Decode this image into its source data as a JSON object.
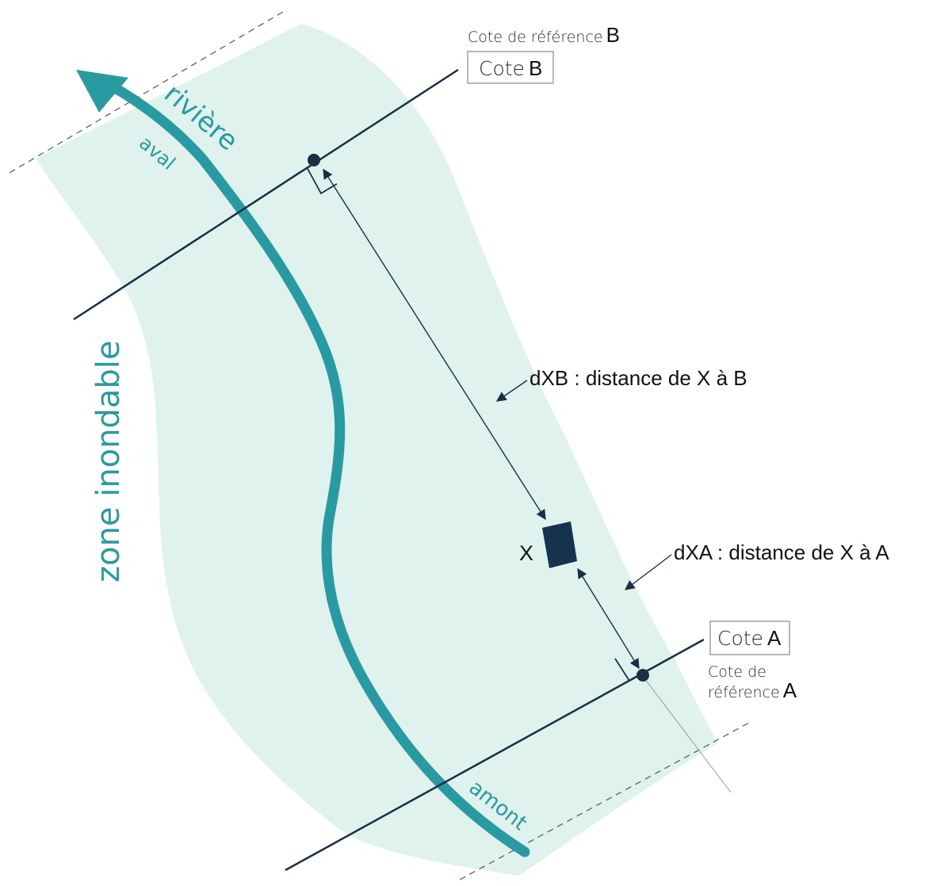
{
  "labels": {
    "river": "rivière",
    "downstream": "aval",
    "upstream": "amont",
    "flood_zone": "zone inondable",
    "point_x": "X",
    "distance_xb": "dXB : distance de X à B",
    "distance_xa": "dXA : distance de X à A",
    "reference_b_caption_prefix": "Cote de référence",
    "reference_b_letter": "B",
    "cote_b_prefix": "Cote",
    "cote_b_letter": "B",
    "cote_a_prefix": "Cote",
    "cote_a_letter": "A",
    "reference_a_line1": "Cote de",
    "reference_a_line2_prefix": "référence",
    "reference_a_letter": "A"
  },
  "colors": {
    "flood_zone": "#dff2ee",
    "river": "#2a9aa2",
    "lines": "#1b2d47",
    "dash": "#555555",
    "building": "#17324d"
  }
}
